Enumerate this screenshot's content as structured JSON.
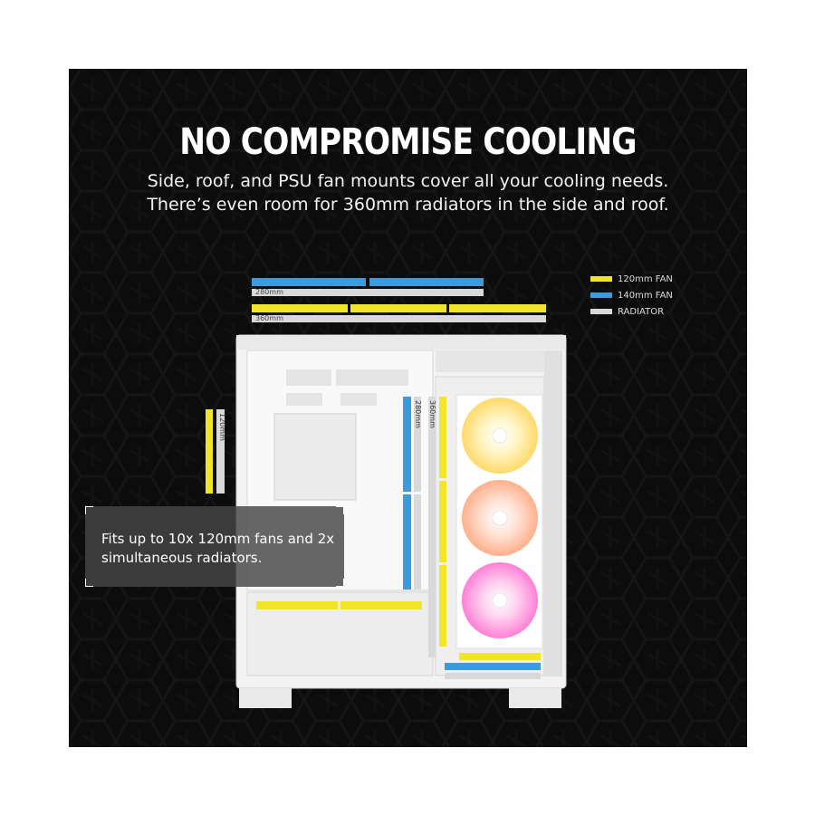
{
  "headline": "NO COMPROMISE COOLING",
  "subline_1": "Side, roof, and PSU fan mounts cover all your cooling needs.",
  "subline_2": "There’s even room for 360mm radiators in the side and roof.",
  "legend": [
    {
      "label": "120mm FAN",
      "color": "#f1e52a"
    },
    {
      "label": "140mm FAN",
      "color": "#3b9bdc"
    },
    {
      "label": "RADIATOR",
      "color": "#d9d9d9"
    }
  ],
  "dimension_labels": {
    "top_280": "280mm",
    "top_360": "360mm",
    "side_120": "120mm",
    "side_280": "280mm",
    "side_360": "360mm"
  },
  "callout_text": "Fits up to 10x 120mm fans and 2x simultaneous radiators.",
  "colors": {
    "background": "#0c0c0c",
    "fan_120": "#f1e52a",
    "fan_140": "#3b9bdc",
    "radiator": "#d9d9d9",
    "case": "#f3f3f3"
  }
}
